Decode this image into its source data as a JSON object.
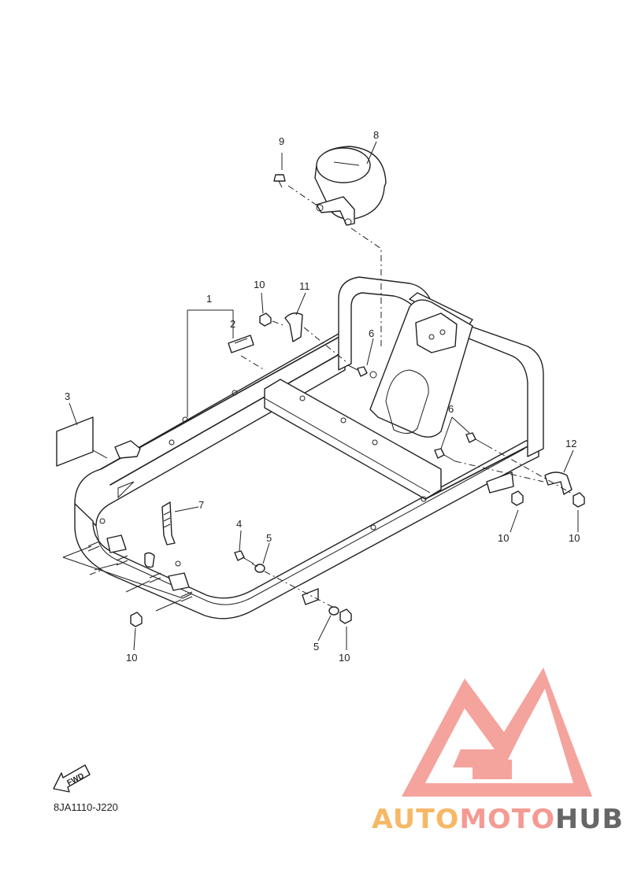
{
  "diagram": {
    "callouts": [
      {
        "id": "c1",
        "label": "1"
      },
      {
        "id": "c2",
        "label": "2"
      },
      {
        "id": "c3",
        "label": "3"
      },
      {
        "id": "c4",
        "label": "4"
      },
      {
        "id": "c5a",
        "label": "5"
      },
      {
        "id": "c5b",
        "label": "5"
      },
      {
        "id": "c6a",
        "label": "6"
      },
      {
        "id": "c6b",
        "label": "6"
      },
      {
        "id": "c7",
        "label": "7"
      },
      {
        "id": "c8",
        "label": "8"
      },
      {
        "id": "c9",
        "label": "9"
      },
      {
        "id": "c10a",
        "label": "10"
      },
      {
        "id": "c10b",
        "label": "10"
      },
      {
        "id": "c10c",
        "label": "10"
      },
      {
        "id": "c10d",
        "label": "10"
      },
      {
        "id": "c10e",
        "label": "10"
      },
      {
        "id": "c11",
        "label": "11"
      },
      {
        "id": "c12",
        "label": "12"
      }
    ],
    "drawing_code": "8JA1110-J220",
    "fwd_label": "FWD"
  },
  "watermark": {
    "part1": "AUTO",
    "part2": "MOTO",
    "part3": "HUB",
    "colors": {
      "auto": "#f7b866",
      "moto": "#f59a93",
      "hub": "#666666",
      "logo": "#f59a93"
    }
  }
}
